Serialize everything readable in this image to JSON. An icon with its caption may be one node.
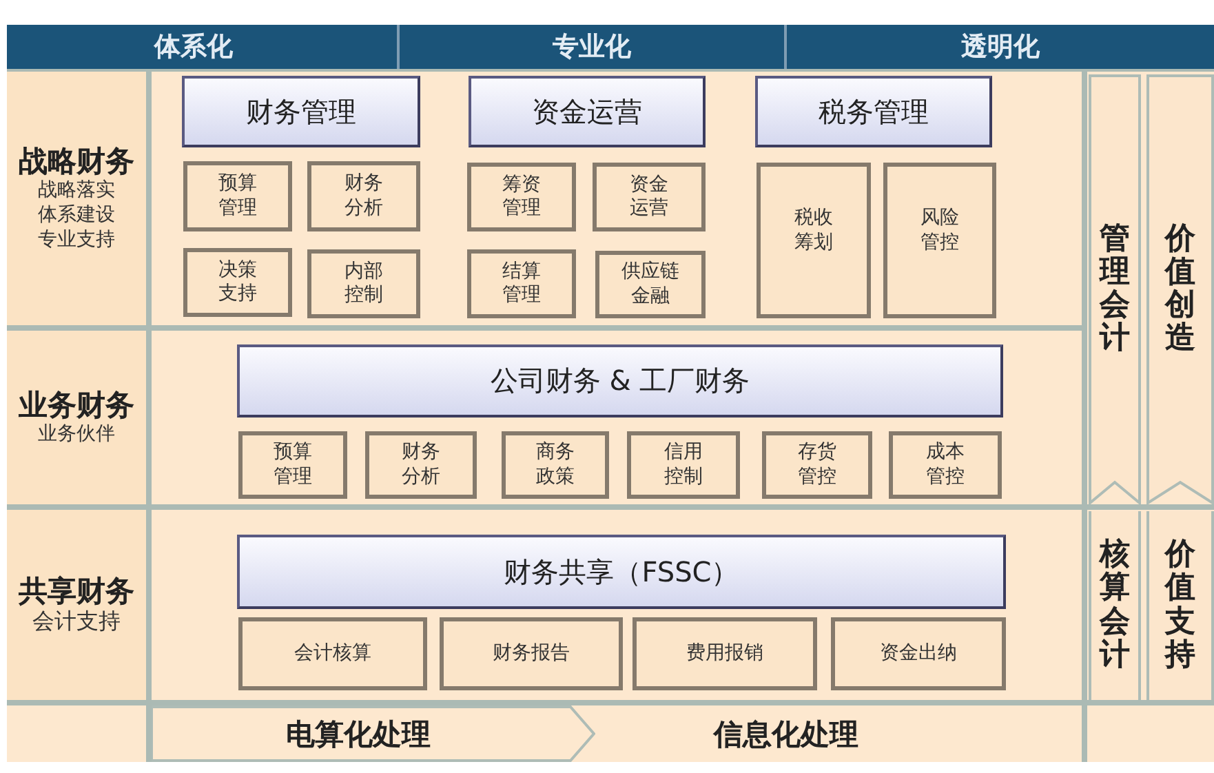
{
  "diagram": {
    "nodes": [
      {
        "text": [
          "体系化"
        ]
      },
      {
        "text": [
          "专业化"
        ]
      },
      {
        "text": [
          "透明化"
        ]
      },
      {
        "text": [
          "战略财务",
          "战略落实",
          "体系建设",
          "专业支持"
        ]
      },
      {
        "text": [
          "财务管理"
        ]
      },
      {
        "text": [
          "资金运营"
        ]
      },
      {
        "text": [
          "税务管理"
        ]
      },
      {
        "text": [
          "预算管理"
        ]
      },
      {
        "text": [
          "财务分析"
        ]
      },
      {
        "text": [
          "筹资管理"
        ]
      },
      {
        "text": [
          "资金运营"
        ]
      },
      {
        "text": [
          "税收筹划"
        ]
      },
      {
        "text": [
          "风险管控"
        ]
      },
      {
        "text": [
          "决策支持"
        ]
      },
      {
        "text": [
          "内部控制"
        ]
      },
      {
        "text": [
          "结算管理"
        ]
      },
      {
        "text": [
          "供应链金融"
        ]
      },
      {
        "text": [
          "管理会计"
        ]
      },
      {
        "text": [
          "价值创造"
        ]
      },
      {
        "text": [
          "业务财务",
          "业务伙伴"
        ]
      },
      {
        "text": [
          "公司财务 & 工厂财务"
        ]
      },
      {
        "text": [
          "预算管理"
        ]
      },
      {
        "text": [
          "财务分析"
        ]
      },
      {
        "text": [
          "商务政策"
        ]
      },
      {
        "text": [
          "信用控制"
        ]
      },
      {
        "text": [
          "存货管控"
        ]
      },
      {
        "text": [
          "成本管控"
        ]
      },
      {
        "text": [
          "共享财务",
          "会计支持"
        ]
      },
      {
        "text": [
          "财务共享（FSSC）"
        ]
      },
      {
        "text": [
          "会计核算"
        ]
      },
      {
        "text": [
          "财务报告"
        ]
      },
      {
        "text": [
          "费用报销"
        ]
      },
      {
        "text": [
          "资金出纳"
        ]
      },
      {
        "text": [
          "核算会计"
        ]
      },
      {
        "text": [
          "价值支持"
        ]
      },
      {
        "text": [
          "电算化处理"
        ]
      },
      {
        "text": [
          "信息化处理"
        ]
      }
    ]
  }
}
